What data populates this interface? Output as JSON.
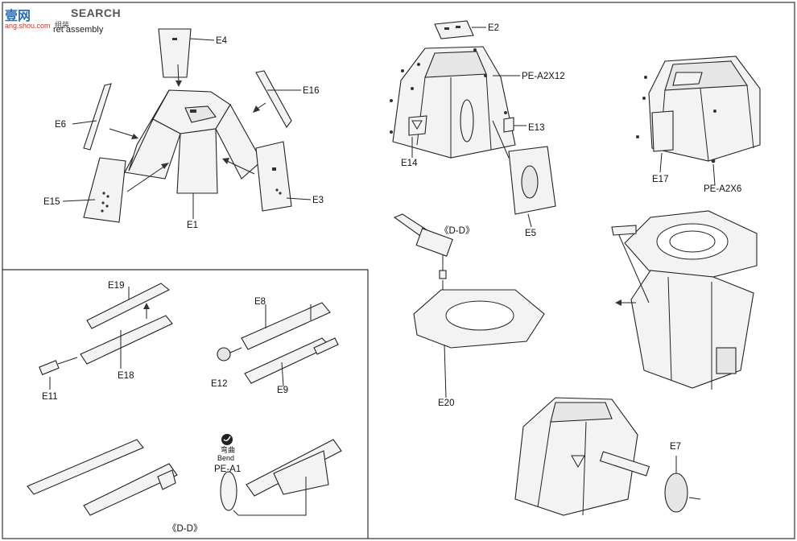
{
  "header": {
    "brand": "壹网",
    "brand_suffix": "SEARCH",
    "site": "ang.shou.com",
    "title_cn": "组装",
    "title": "ret assembly"
  },
  "labels": {
    "E1": "E1",
    "E2": "E2",
    "E3": "E3",
    "E4": "E4",
    "E5": "E5",
    "E6": "E6",
    "E7": "E7",
    "E8": "E8",
    "E9": "E9",
    "E11": "E11",
    "E12": "E12",
    "E13": "E13",
    "E14": "E14",
    "E15": "E15",
    "E16": "E16",
    "E17": "E17",
    "E18": "E18",
    "E19": "E19",
    "E20": "E20",
    "PE_A2X12": "PE-A2X12",
    "PE_A2X6": "PE-A2X6",
    "PE_A1": "PE-A1",
    "bend_cn": "弯曲",
    "bend": "Bend",
    "dd_top": "《D-D》",
    "dd_bottom": "《D-D》"
  }
}
